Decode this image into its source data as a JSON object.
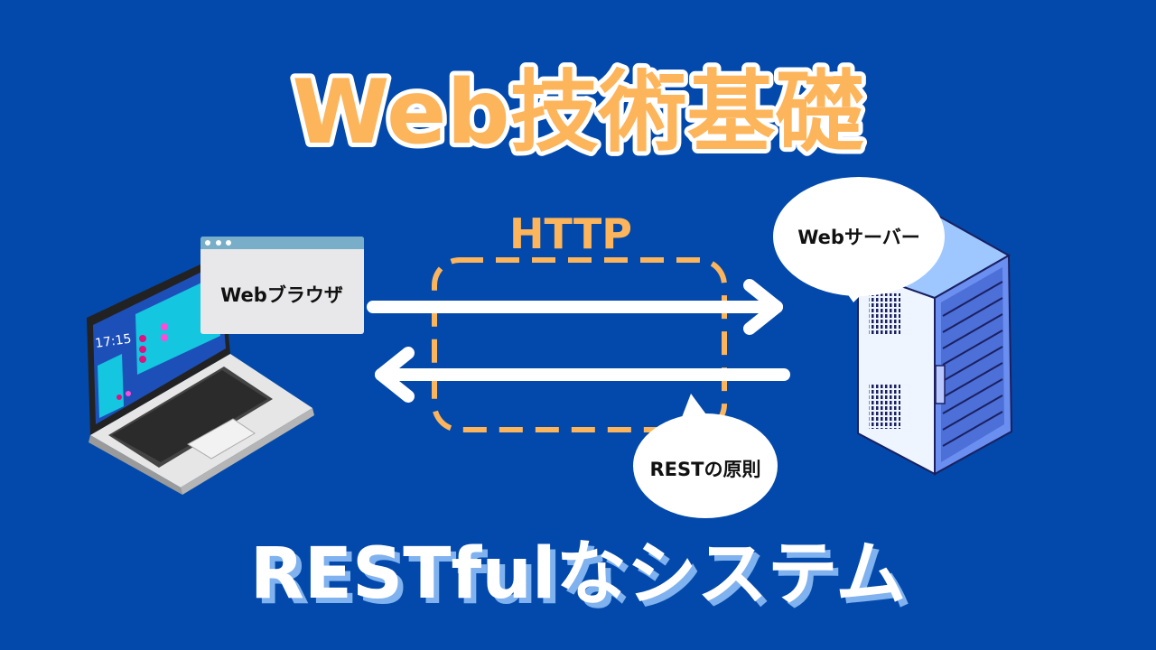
{
  "title": "Web技術基礎",
  "subtitle": "RESTfulなシステム",
  "protocol_label": "HTTP",
  "browser_label": "Webブラウザ",
  "server_label": "Webサーバー",
  "rest_label": "RESTの原則",
  "laptop_clock": "17:15",
  "colors": {
    "background": "#0249ab",
    "accent": "#fdb55c",
    "arrow": "#ffffff"
  }
}
